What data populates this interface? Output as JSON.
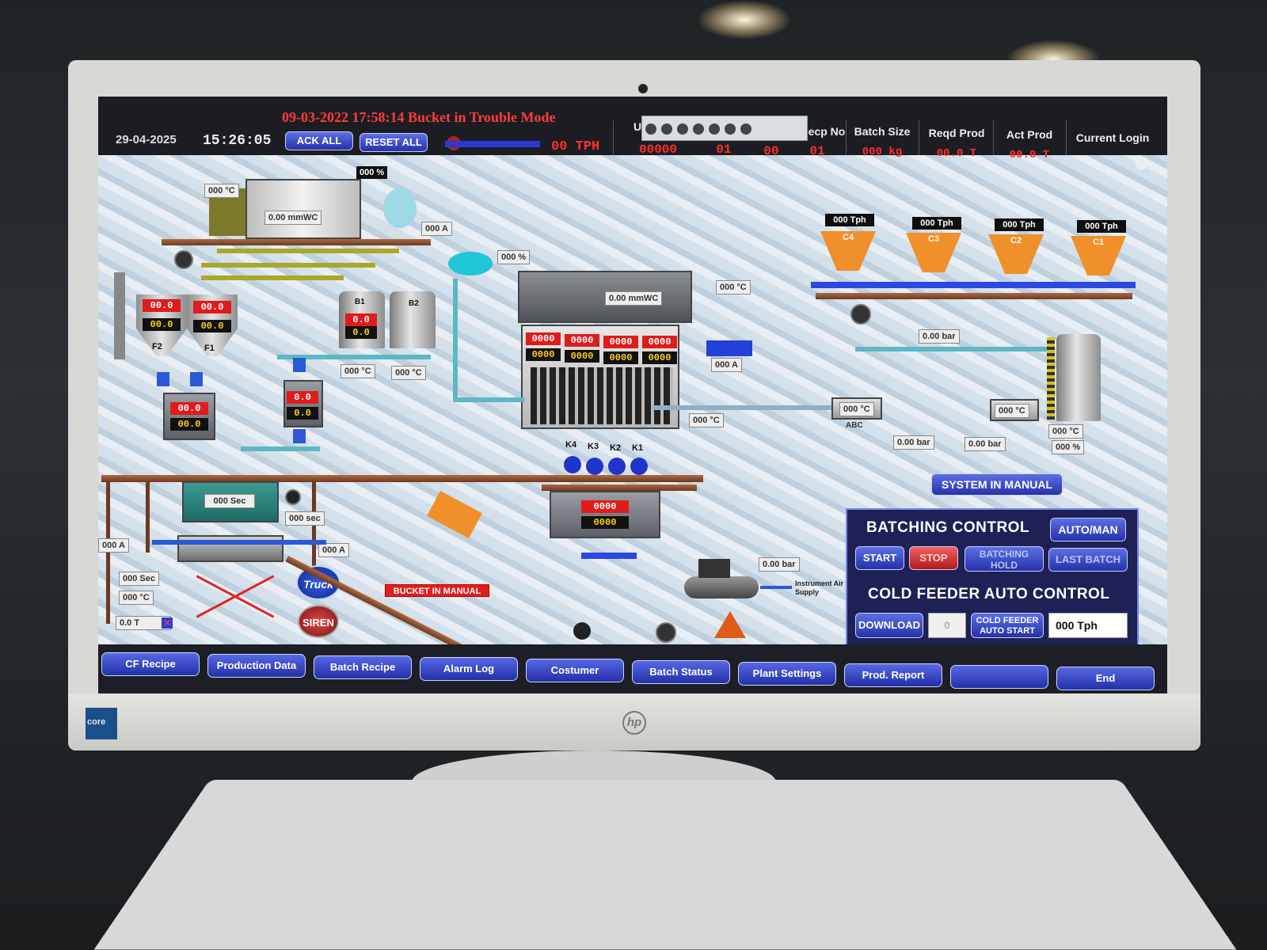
{
  "header": {
    "date": "29-04-2025",
    "time": "15:26:05",
    "alarm_message": "09-03-2022 17:58:14 Bucket in Trouble Mode",
    "ack_all": "ACK ALL",
    "reset_all": "RESET ALL",
    "tph": "00 TPH",
    "col_u": "U",
    "col_recp": "ecp No",
    "batch_size_label": "Batch Size",
    "reqd_prod_label": "Reqd Prod",
    "act_prod_label": "Act Prod",
    "current_login_label": "Current Login",
    "value_1": "00000",
    "value_2": "01",
    "value_3": "00",
    "value_4": "01",
    "batch_size": "000 kg",
    "reqd_prod": "00.0 T",
    "act_prod": "00.0 T"
  },
  "dryer": {
    "temp_top": "000 °C",
    "percent": "000 %",
    "pressure": "0.00 mmWC",
    "amps": "000 A"
  },
  "fillers": {
    "f2_label": "F2",
    "f1_label": "F1",
    "f2_red": "00.0",
    "f2_yel": "00.0",
    "f1_red": "00.0",
    "f1_yel": "00.0",
    "weigh_red": "00.0",
    "weigh_yel": "00.0"
  },
  "bitumen": {
    "b1_label": "B1",
    "b2_label": "B2",
    "b1_red": "0.0",
    "b1_yel": "0.0",
    "temp_b1": "000 °C",
    "temp_b2": "000 °C",
    "weigh_red": "0.0",
    "weigh_yel": "0.0"
  },
  "screen": {
    "pct": "000 %",
    "pressure": "0.00 mmWC",
    "temp": "000 °C",
    "amps": "000 A",
    "bins_red": [
      "0000",
      "0000",
      "0000",
      "0000"
    ],
    "bins_yel": [
      "0000",
      "0000",
      "0000",
      "0000"
    ],
    "bin_labels": [
      "K4",
      "K3",
      "K2",
      "K1"
    ],
    "bottom_temp": "000 °C"
  },
  "cold_feeders": [
    {
      "tph": "000 Tph",
      "label": "C4"
    },
    {
      "tph": "000 Tph",
      "label": "C3"
    },
    {
      "tph": "000 Tph",
      "label": "C2"
    },
    {
      "tph": "000 Tph",
      "label": "C1"
    }
  ],
  "burner": {
    "pressure_1": "0.00 bar",
    "temp_1": "000 °C",
    "pressure_2": "0.00 bar",
    "pressure_3": "0.00 bar",
    "temp_2": "000 °C",
    "tank_temp": "000 °C",
    "tank_pct": "000 %",
    "abc": "ABC"
  },
  "mixer": {
    "timer": "000 Sec",
    "sec": "000 sec",
    "amps_left": "000 A",
    "amps_right": "000 A",
    "mix_sec": "000 Sec",
    "mix_temp": "000 °C",
    "tonnage": "0.0 T",
    "truck": "Truck",
    "siren": "SIREN",
    "bucket_manual": "BUCKET IN MANUAL"
  },
  "silo": {
    "red": "0000",
    "yel": "0000"
  },
  "compressor": {
    "pressure": "0.00 bar",
    "air_label": "Instrument Air Supply"
  },
  "control": {
    "system_status": "SYSTEM IN MANUAL",
    "batching_title": "BATCHING CONTROL",
    "auto_man": "AUTO/MAN",
    "start": "START",
    "stop": "STOP",
    "batching_hold": "BATCHING HOLD",
    "last_batch": "LAST BATCH",
    "cold_feeder_title": "COLD FEEDER AUTO CONTROL",
    "download": "DOWNLOAD",
    "spin_value": "0",
    "cf_auto_start": "COLD FEEDER AUTO START",
    "tph_value": "000 Tph"
  },
  "nav": [
    "CF Recipe",
    "Production Data",
    "Batch Recipe",
    "Alarm Log",
    "Costumer",
    "Batch  Status",
    "Plant Settings",
    "Prod. Report",
    "",
    "End"
  ],
  "colors": {
    "alarm": "#ff3b3b",
    "button": "#2531a8",
    "value_red": "#e01b1b",
    "value_yellow": "#ffd21a",
    "cold_feeder": "#f0902a"
  }
}
